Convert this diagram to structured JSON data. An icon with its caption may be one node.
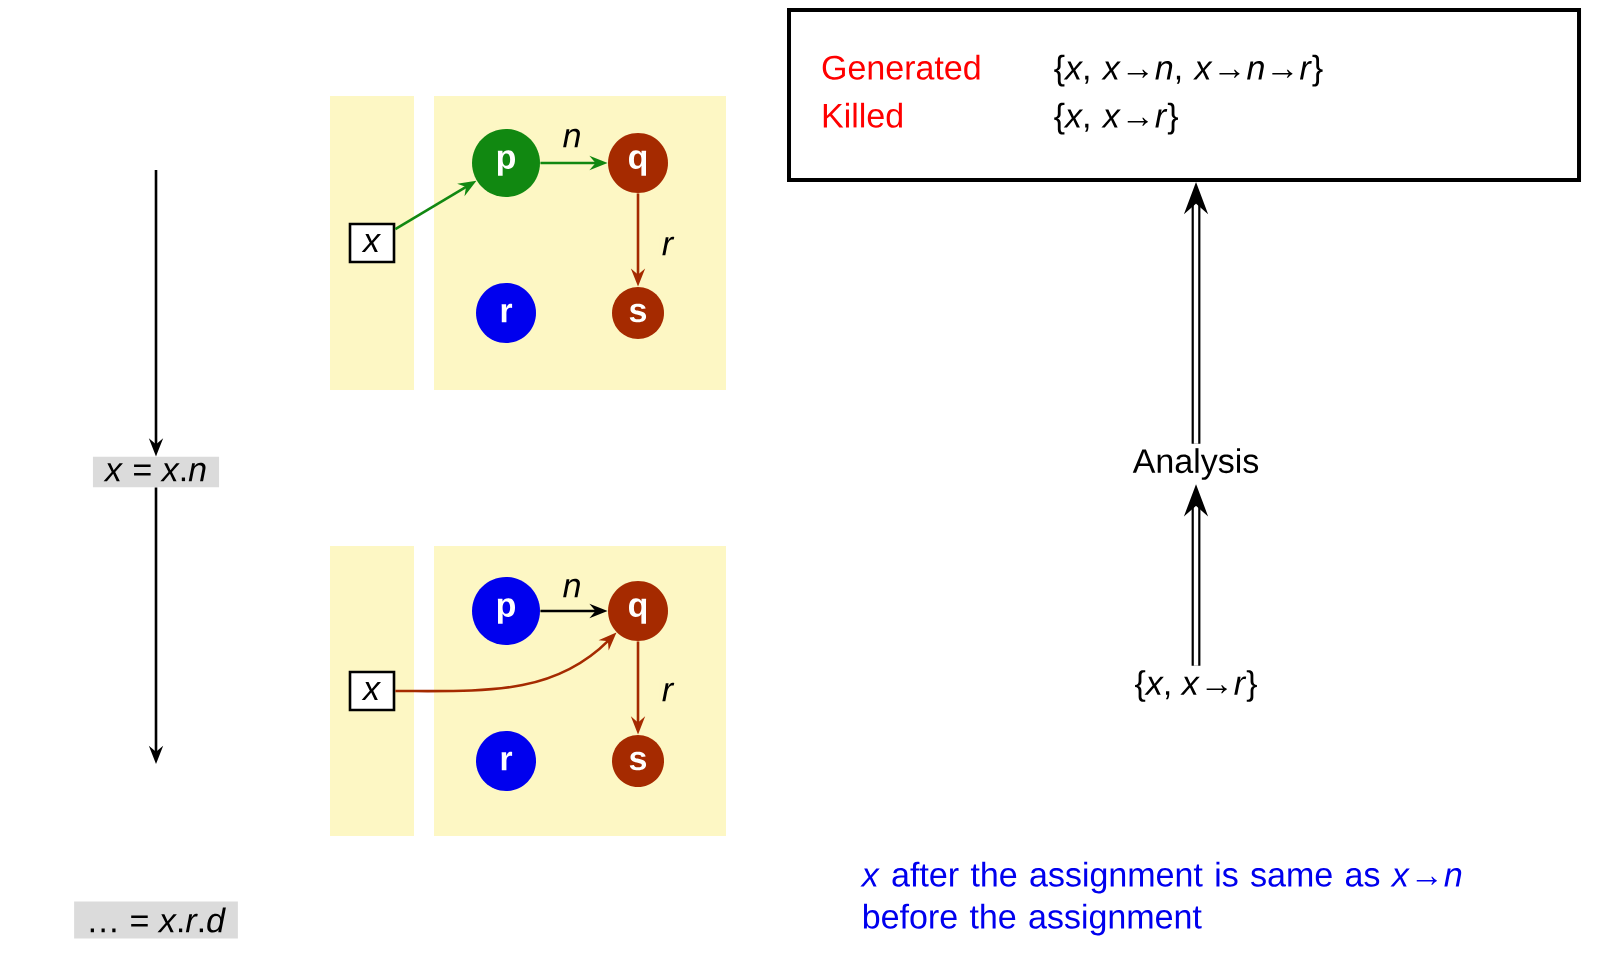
{
  "diagram": {
    "nodes": [
      {
        "text": [
          "*x* = *x*.*n*"
        ]
      },
      {
        "text": [
          "… = *x*.*r*.*d*"
        ]
      },
      {
        "text": [],
        "shape": "box"
      },
      {
        "text": [],
        "shape": "box"
      },
      {
        "text": [
          "*x*"
        ],
        "in": 2
      },
      {
        "text": [
          "p"
        ],
        "in": 3
      },
      {
        "text": [
          "q"
        ],
        "in": 3
      },
      {
        "text": [
          "r"
        ],
        "in": 3
      },
      {
        "text": [
          "s"
        ],
        "in": 3
      },
      {
        "text": [],
        "shape": "box"
      },
      {
        "text": [],
        "shape": "box"
      },
      {
        "text": [
          "*x*"
        ],
        "in": 9
      },
      {
        "text": [
          "p"
        ],
        "in": 10
      },
      {
        "text": [
          "q"
        ],
        "in": 10
      },
      {
        "text": [
          "r"
        ],
        "in": 10
      },
      {
        "text": [
          "s"
        ],
        "in": 10
      },
      {
        "text": [
          "Generated",
          "{*x*, *x*→*n*, *x*→*n*→*r*}",
          "Killed",
          "{*x*, *x*→*r*}"
        ]
      },
      {
        "text": [
          "Analysis"
        ]
      },
      {
        "text": [
          "{*x*, *x*→*r*}"
        ]
      }
    ],
    "edges": [
      {
        "from": null,
        "to": 0,
        "arrow": "to"
      },
      {
        "from": 0,
        "to": null,
        "arrow": "to"
      },
      {
        "from": 4,
        "to": 5,
        "arrow": "to",
        "color": "#118811"
      },
      {
        "from": 5,
        "to": 6,
        "arrow": "to",
        "label": "*n*",
        "color": "#118811"
      },
      {
        "from": 6,
        "to": 8,
        "arrow": "to",
        "label": "*r*",
        "color": "#a52a00"
      },
      {
        "from": 11,
        "to": 13,
        "arrow": "to",
        "color": "#a52a00"
      },
      {
        "from": 12,
        "to": 13,
        "arrow": "to",
        "label": "*n*"
      },
      {
        "from": 13,
        "to": 15,
        "arrow": "to",
        "label": "*r*",
        "color": "#a52a00"
      },
      {
        "from": 18,
        "to": 17,
        "arrow": "to",
        "style": "thick"
      },
      {
        "from": 17,
        "to": 16,
        "arrow": "to",
        "style": "thick"
      }
    ],
    "labels": [
      "*x* after the assignment is same as *x*→*n* before the assignment"
    ]
  }
}
